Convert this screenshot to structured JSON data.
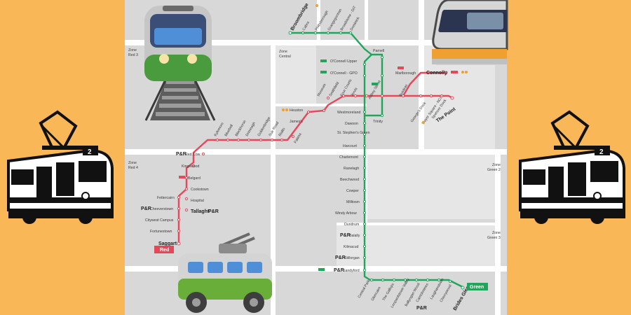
{
  "colors": {
    "background": "#f9b758",
    "map_bg": "#d9d9d9",
    "street": "#ffffff",
    "red_line": "#e5485a",
    "green_line": "#21a55b"
  },
  "legend": {
    "red": "Red",
    "green": "Green"
  },
  "zones": {
    "red3": [
      "Zone",
      "Red 3"
    ],
    "central": [
      "Zone",
      "Central"
    ],
    "red4": [
      "Zone",
      "Red 4"
    ],
    "green2": [
      "Zone",
      "Green 2"
    ],
    "green3": [
      "Zone",
      "Green 3"
    ]
  },
  "icons": [
    "train-icon",
    "tram-icon",
    "trolleybus-icon",
    "luas-tram-icon"
  ],
  "red_line": {
    "name": "Red",
    "stations": [
      {
        "label": "Saggart",
        "terminus": true
      },
      {
        "label": "Fortunestown"
      },
      {
        "label": "Citywest Campus"
      },
      {
        "label": "Cheeverstown",
        "pr": "P&R"
      },
      {
        "label": "Fettercairn"
      },
      {
        "label": "Tallaght",
        "pr": "P&R",
        "terminus": true
      },
      {
        "label": "Hospital"
      },
      {
        "label": "Cookstown"
      },
      {
        "label": "Belgard"
      },
      {
        "label": "Kingswood"
      },
      {
        "label": "Red Cow",
        "pr": "P&R"
      },
      {
        "label": "Kylemore"
      },
      {
        "label": "Bluebell"
      },
      {
        "label": "Blackhorse"
      },
      {
        "label": "Drimnagh"
      },
      {
        "label": "Goldenbridge"
      },
      {
        "label": "Suir Road"
      },
      {
        "label": "Rialto"
      },
      {
        "label": "Fatima"
      },
      {
        "label": "James's"
      },
      {
        "label": "Heuston"
      },
      {
        "label": "Museum"
      },
      {
        "label": "Smithfield"
      },
      {
        "label": "Four Courts"
      },
      {
        "label": "Jervis"
      },
      {
        "label": "Abbey Street"
      },
      {
        "label": "Busáras"
      },
      {
        "label": "Connolly",
        "terminus": true
      },
      {
        "label": "George's Dock"
      },
      {
        "label": "Mayor Square - NCI"
      },
      {
        "label": "Spencer Dock"
      },
      {
        "label": "The Point",
        "terminus": true
      }
    ]
  },
  "green_line": {
    "name": "Green",
    "stations": [
      {
        "label": "Broombridge",
        "terminus": true
      },
      {
        "label": "Cabra"
      },
      {
        "label": "Phibsborough"
      },
      {
        "label": "Grangegorman"
      },
      {
        "label": "Broadstone - DIT"
      },
      {
        "label": "Dominick"
      },
      {
        "label": "Parnell"
      },
      {
        "label": "O'Connell Upper"
      },
      {
        "label": "O'Connell - GPO"
      },
      {
        "label": "Marlborough"
      },
      {
        "label": "Westmoreland"
      },
      {
        "label": "Trinity"
      },
      {
        "label": "Dawson"
      },
      {
        "label": "St. Stephen's Green"
      },
      {
        "label": "Harcourt"
      },
      {
        "label": "Charlemont"
      },
      {
        "label": "Ranelagh"
      },
      {
        "label": "Beechwood"
      },
      {
        "label": "Cowper"
      },
      {
        "label": "Milltown"
      },
      {
        "label": "Windy Arbour"
      },
      {
        "label": "Dundrum"
      },
      {
        "label": "Balally",
        "pr": "P&R"
      },
      {
        "label": "Kilmacud"
      },
      {
        "label": "Stillorgan",
        "pr": "P&R"
      },
      {
        "label": "Sandyford",
        "pr": "P&R"
      },
      {
        "label": "Central Park"
      },
      {
        "label": "Glencairn"
      },
      {
        "label": "The Gallops"
      },
      {
        "label": "Leopardstown Valley"
      },
      {
        "label": "Ballyogan Wood"
      },
      {
        "label": "Carrickmines",
        "pr": "P&R"
      },
      {
        "label": "Laughanstown"
      },
      {
        "label": "Cherrywood"
      },
      {
        "label": "Brides Glen",
        "terminus": true
      }
    ]
  }
}
